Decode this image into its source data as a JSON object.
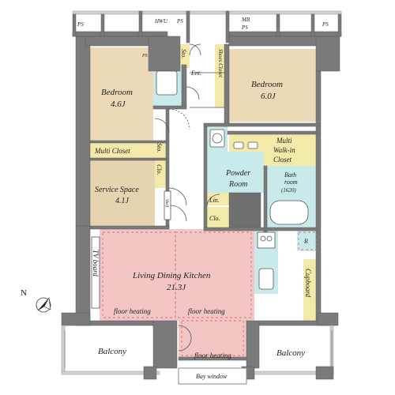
{
  "colors": {
    "background": "#ffffff",
    "wall": "#7a7a7a",
    "wall_outline": "#5c5c5c",
    "bedroom": "#ecd9b8",
    "service_space": "#e6d3b0",
    "closet": "#f3e9a8",
    "wet_area": "#c9eaea",
    "ldk": "#f4c5c5",
    "balcony": "#ffffff",
    "line": "#555555",
    "dash": "#d07777",
    "text": "#222222"
  },
  "labels": {
    "ps_top_left": "PS",
    "hwu": "HWU",
    "ps_top_mid": "PS",
    "mb_ps_1": "MB",
    "mb_ps_2": "PS",
    "ps_top_right": "PS",
    "ps_small": "PS",
    "sto_top": "Sto.",
    "ent": "Ent.",
    "shoe_closet": "Shoes Closet",
    "bedroom_left_name": "Bedroom",
    "bedroom_left_size": "4.6J",
    "bedroom_right_name": "Bedroom",
    "bedroom_right_size": "6.0J",
    "multi_closet": "Multi Closet",
    "sto_mid": "Sto.",
    "multi_walkin_1": "Multi",
    "multi_walkin_2": "Walk-in",
    "multi_walkin_3": "Closet",
    "clo_left": "Clo.",
    "powder_room_1": "Powder",
    "powder_room_2": "Room",
    "bath_room_1": "Bath",
    "bath_room_2": "room",
    "bath_room_3": "(1620)",
    "service_space_name": "Service Space",
    "service_space_size": "4.1J",
    "shelf": "Shelf",
    "lin": "Lin.",
    "clo_mid": "Clo.",
    "r_label": "R",
    "tv_board": "TV board",
    "ldk_name": "Living Dining Kitchen",
    "ldk_size": "21.3J",
    "cupboard": "Cupboard",
    "floor_heating_1": "floor heating",
    "floor_heating_2": "floor heating",
    "floor_heating_3": "floor heating",
    "balcony_left": "Balcony",
    "balcony_right": "Balcony",
    "bay_window": "Bay window",
    "north": "N"
  }
}
